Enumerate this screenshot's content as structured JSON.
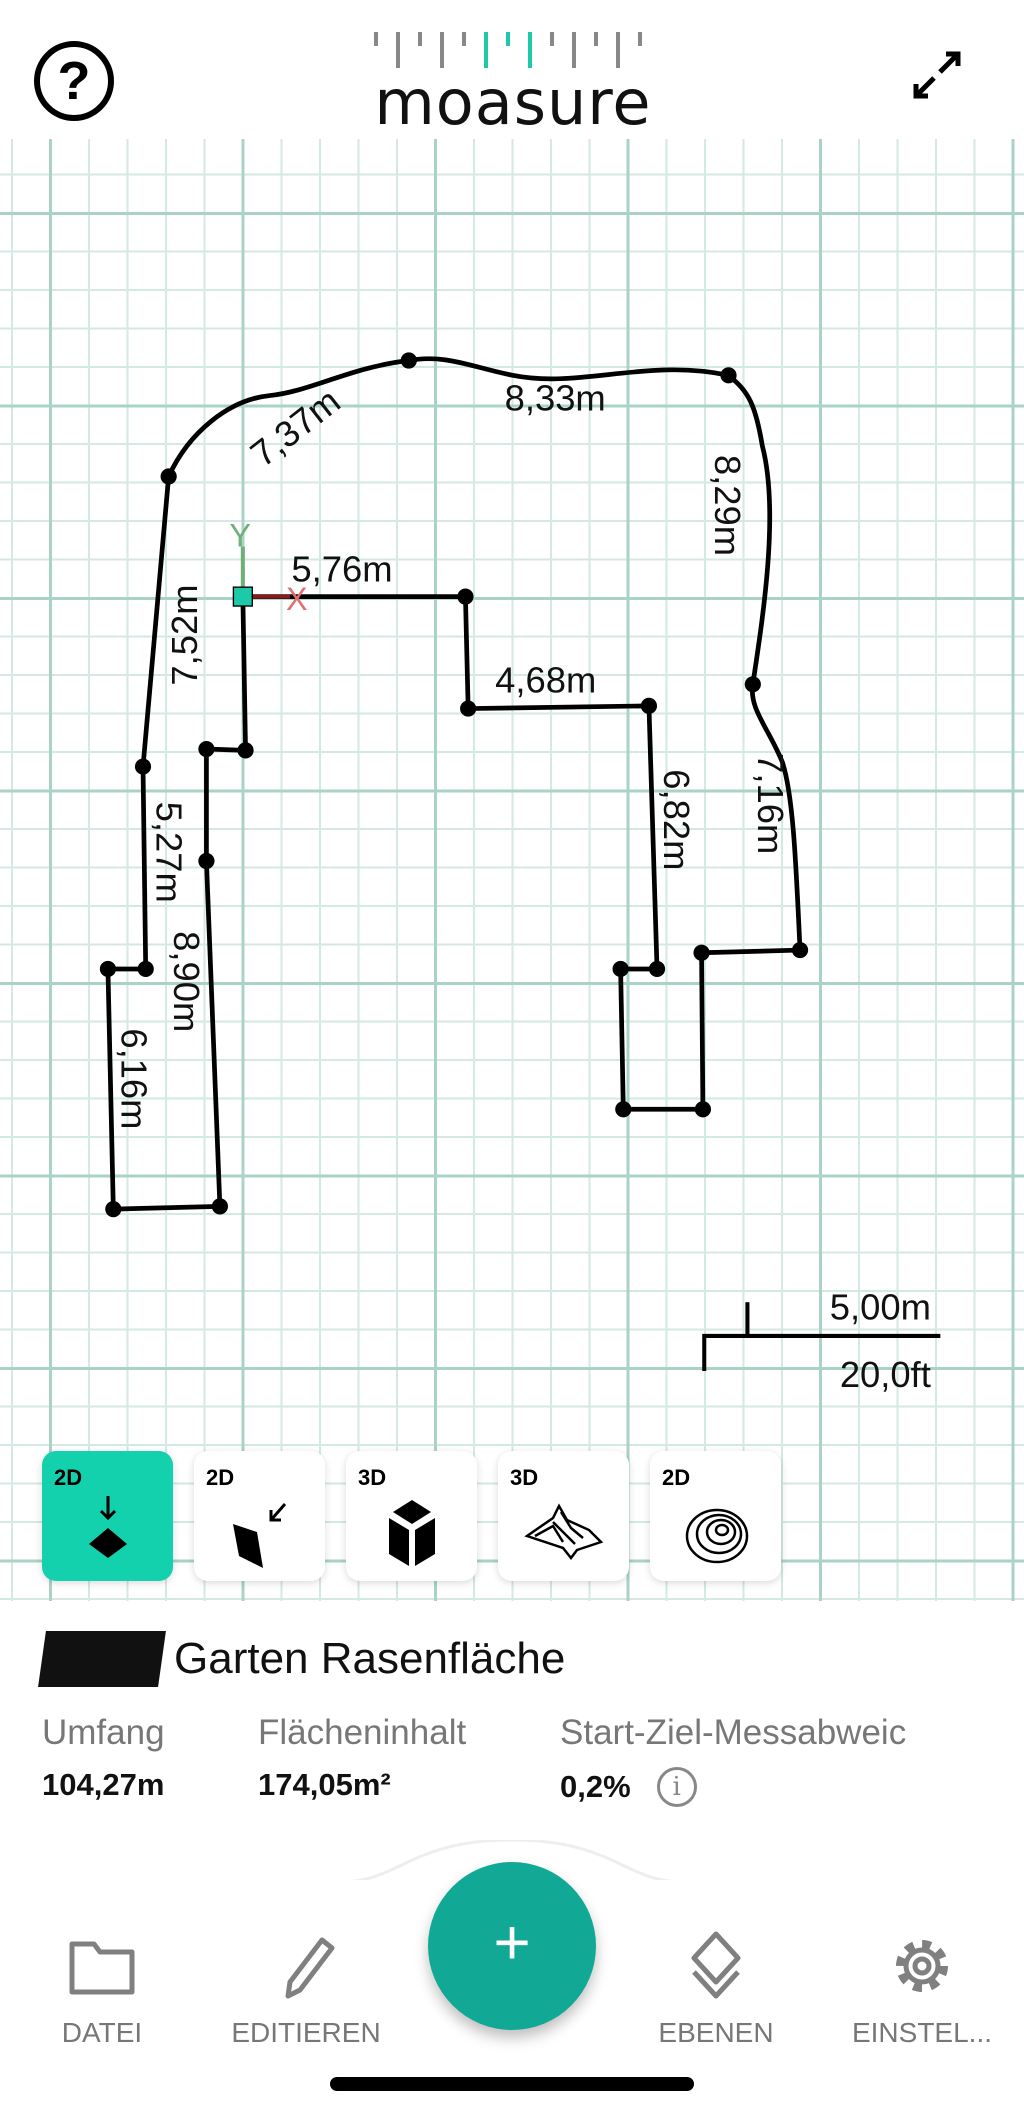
{
  "header": {
    "help_icon": "question-circle-icon",
    "logo_text": "moasure",
    "expand_icon": "expand-arrows-icon"
  },
  "plan": {
    "segments": [
      "5,76m",
      "4,68m",
      "6,82m",
      "7,16m",
      "8,29m",
      "8,33m",
      "7,37m",
      "7,52m",
      "5,27m",
      "6,16m",
      "8,90m"
    ],
    "axis_x": "X",
    "axis_y": "Y",
    "scale": {
      "metric": "5,00m",
      "imperial": "20,0ft"
    }
  },
  "modes": [
    {
      "tag": "2D",
      "icon": "2d-top-view-icon",
      "active": true
    },
    {
      "tag": "2D",
      "icon": "2d-plane-view-icon",
      "active": false
    },
    {
      "tag": "3D",
      "icon": "3d-cube-icon",
      "active": false
    },
    {
      "tag": "3D",
      "icon": "3d-terrain-icon",
      "active": false
    },
    {
      "tag": "2D",
      "icon": "2d-contour-icon",
      "active": false
    }
  ],
  "info": {
    "title": "Garten Rasenfläche",
    "stats": [
      {
        "label": "Umfang",
        "value": "104,27m"
      },
      {
        "label": "Flächeninhalt",
        "value": "174,05m²"
      },
      {
        "label": "Start-Ziel-Messabweic",
        "value": "0,2%"
      }
    ],
    "info_icon": "i"
  },
  "nav": {
    "items": [
      "DATEI",
      "EDITIEREN",
      "EBENEN",
      "EINSTEL..."
    ],
    "fab": "+"
  },
  "colors": {
    "accent": "#14d1ae",
    "fab": "#11a896",
    "grid": "#a9d3c8"
  }
}
